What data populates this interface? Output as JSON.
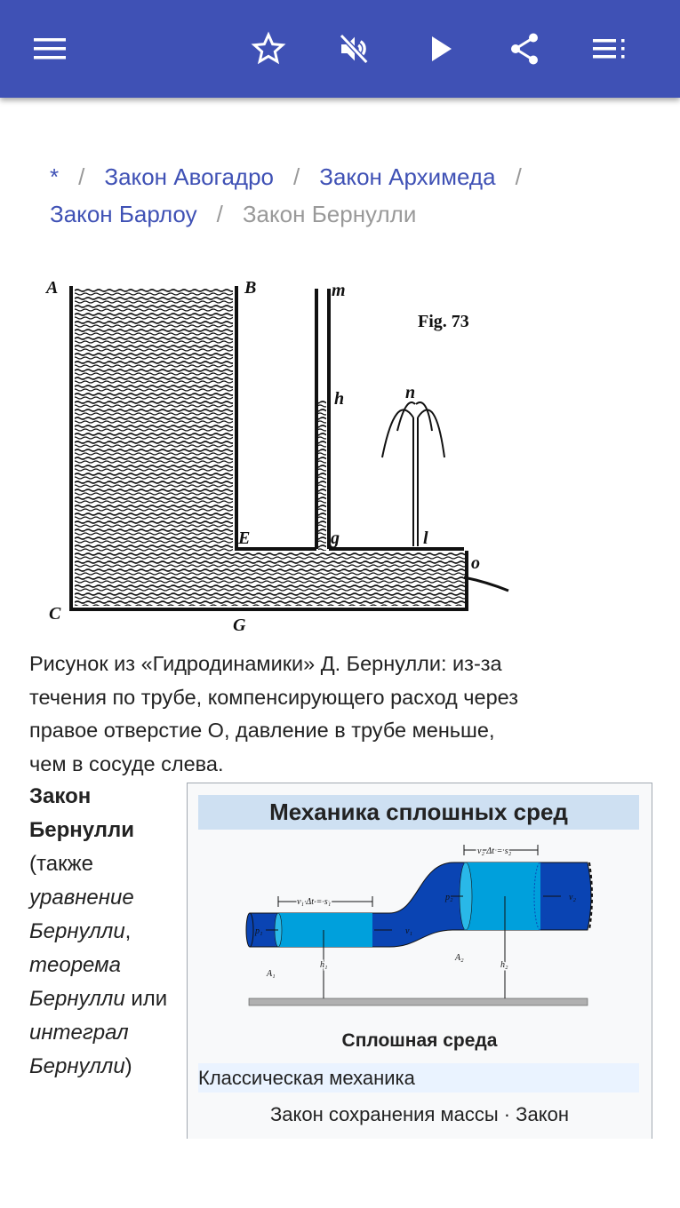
{
  "toolbar": {
    "icons": [
      "menu-icon",
      "star-icon",
      "volume-off-icon",
      "play-icon",
      "share-icon",
      "playlist-icon"
    ],
    "color": "#3F51B5"
  },
  "breadcrumb": {
    "items": [
      "*",
      "Закон Авогадро",
      "Закон Архимеда",
      "Закон Барлоу"
    ],
    "separator": "/",
    "current": "Закон Бернулли"
  },
  "figure": {
    "labels": {
      "A": "A",
      "B": "B",
      "C": "C",
      "G": "G",
      "E": "E",
      "g": "g",
      "l": "l",
      "o": "o",
      "h": "h",
      "m": "m",
      "n": "n"
    },
    "title": "Fig. 73"
  },
  "caption": "Рисунок из «Гидродинамики» Д. Бернулли: из-за течения по трубе, компенсирующего расход через правое отверстие O, давление в трубе меньше, чем в сосуде слева.",
  "lead": {
    "bold": "Закон Бернулли",
    "p1": "(также ",
    "i1": "уравнение Бернулли",
    "p2": ", ",
    "i2": "теорема Бернулли",
    "p3": " или ",
    "i3": "интеграл Бернулли",
    "p4": ")"
  },
  "infobox": {
    "title": "Механика сплошных сред",
    "diagram_labels": {
      "s1": "v₁ Δt = s₁",
      "s2": "v₂ Δt = s₂",
      "p1": "p₁",
      "p2": "p₂",
      "v1": "v₁",
      "v2": "v₂",
      "A1": "A₁",
      "A2": "A₂",
      "h1": "h₁",
      "h2": "h₂"
    },
    "subtitle": "Сплошная среда",
    "section": "Классическая механика",
    "line": "Закон сохранения массы · Закон"
  }
}
